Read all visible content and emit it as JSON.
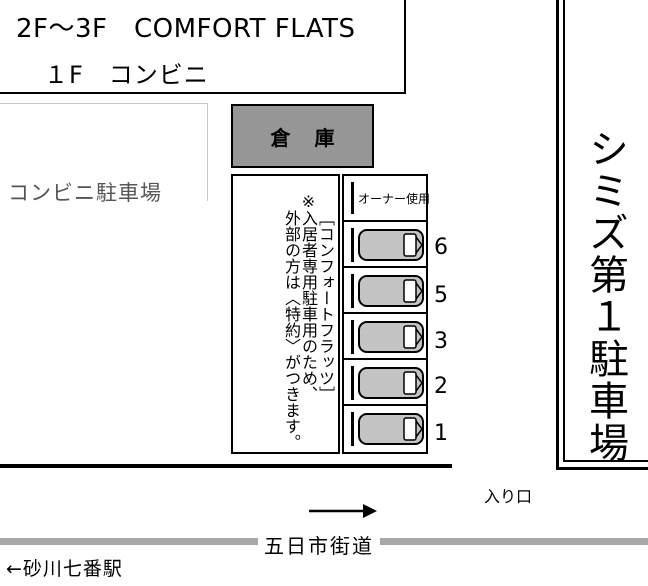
{
  "building": {
    "line1": "2F～3F　COMFORT FLATS",
    "line2": "１F　コンビニ"
  },
  "convenience_lot": {
    "label": "コンビニ駐車場"
  },
  "warehouse": {
    "label": "倉庫"
  },
  "notice": {
    "lines": [
      "※",
      "［コンフォートフラッツ］",
      "入居者専用駐車用のため、",
      "外部の方は〈特約〉がつきます。"
    ]
  },
  "parking": {
    "owner_label": "オーナー使用",
    "stalls": [
      {
        "number": "6"
      },
      {
        "number": "5"
      },
      {
        "number": "3"
      },
      {
        "number": "2"
      },
      {
        "number": "1"
      }
    ]
  },
  "shimizu_lot": {
    "label": "シミズ第１駐車場"
  },
  "entrance": {
    "label": "入り口"
  },
  "road": {
    "label": "五日市街道"
  },
  "station": {
    "label": "←砂川七番駅"
  },
  "colors": {
    "warehouse_fill": "#969696",
    "car_fill": "#c4c4c4",
    "road_line": "#a8a8a8",
    "lot_border": "#c8c8c8"
  }
}
